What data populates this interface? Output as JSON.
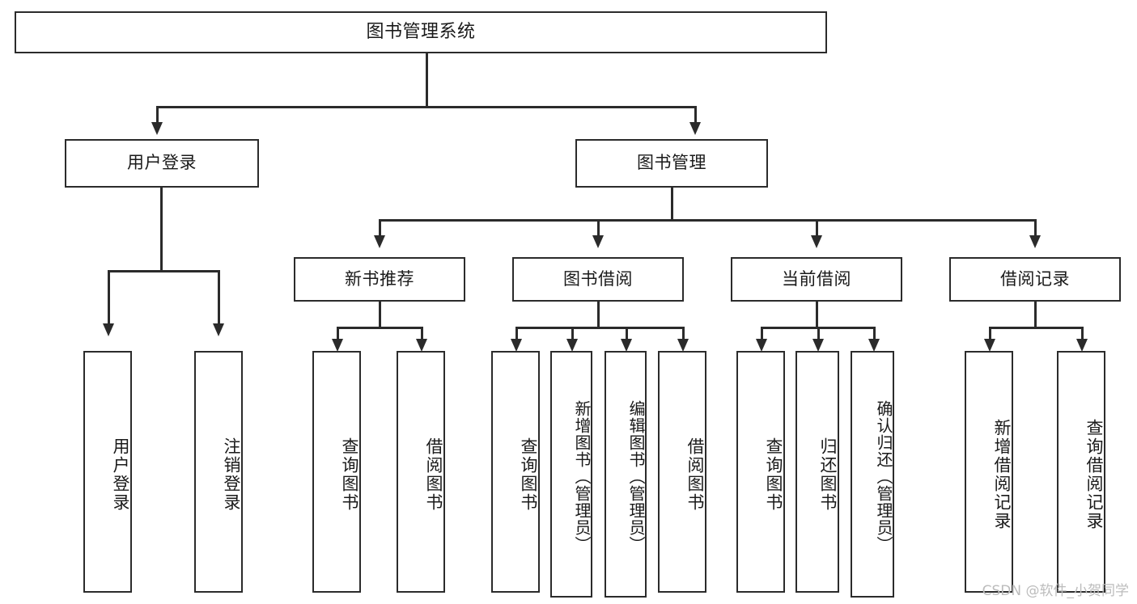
{
  "diagram": {
    "title": "图书管理系统",
    "root": {
      "label": "图书管理系统"
    },
    "level1": [
      {
        "label": "用户登录"
      },
      {
        "label": "图书管理"
      }
    ],
    "level2": [
      {
        "label": "新书推荐"
      },
      {
        "label": "图书借阅"
      },
      {
        "label": "当前借阅"
      },
      {
        "label": "借阅记录"
      }
    ],
    "leaves": {
      "user_login": [
        {
          "label": "用户登录"
        },
        {
          "label": "注销登录"
        }
      ],
      "new_book_recommend": [
        {
          "label": "查询图书"
        },
        {
          "label": "借阅图书"
        }
      ],
      "book_borrow": [
        {
          "label": "查询图书"
        },
        {
          "label": "新增图书（管理员）"
        },
        {
          "label": "编辑图书（管理员）"
        },
        {
          "label": "借阅图书"
        }
      ],
      "current_borrow": [
        {
          "label": "查询图书"
        },
        {
          "label": "归还图书"
        },
        {
          "label": "确认归还（管理员）"
        }
      ],
      "borrow_record": [
        {
          "label": "新增借阅记录"
        },
        {
          "label": "查询借阅记录"
        }
      ]
    }
  },
  "watermark": {
    "text": "CSDN @软件_小贺同学"
  },
  "colors": {
    "line": "#2b2b2b",
    "box_fill": "#ffffff",
    "text": "#1a1a1a",
    "watermark": "#bcbcbc"
  }
}
